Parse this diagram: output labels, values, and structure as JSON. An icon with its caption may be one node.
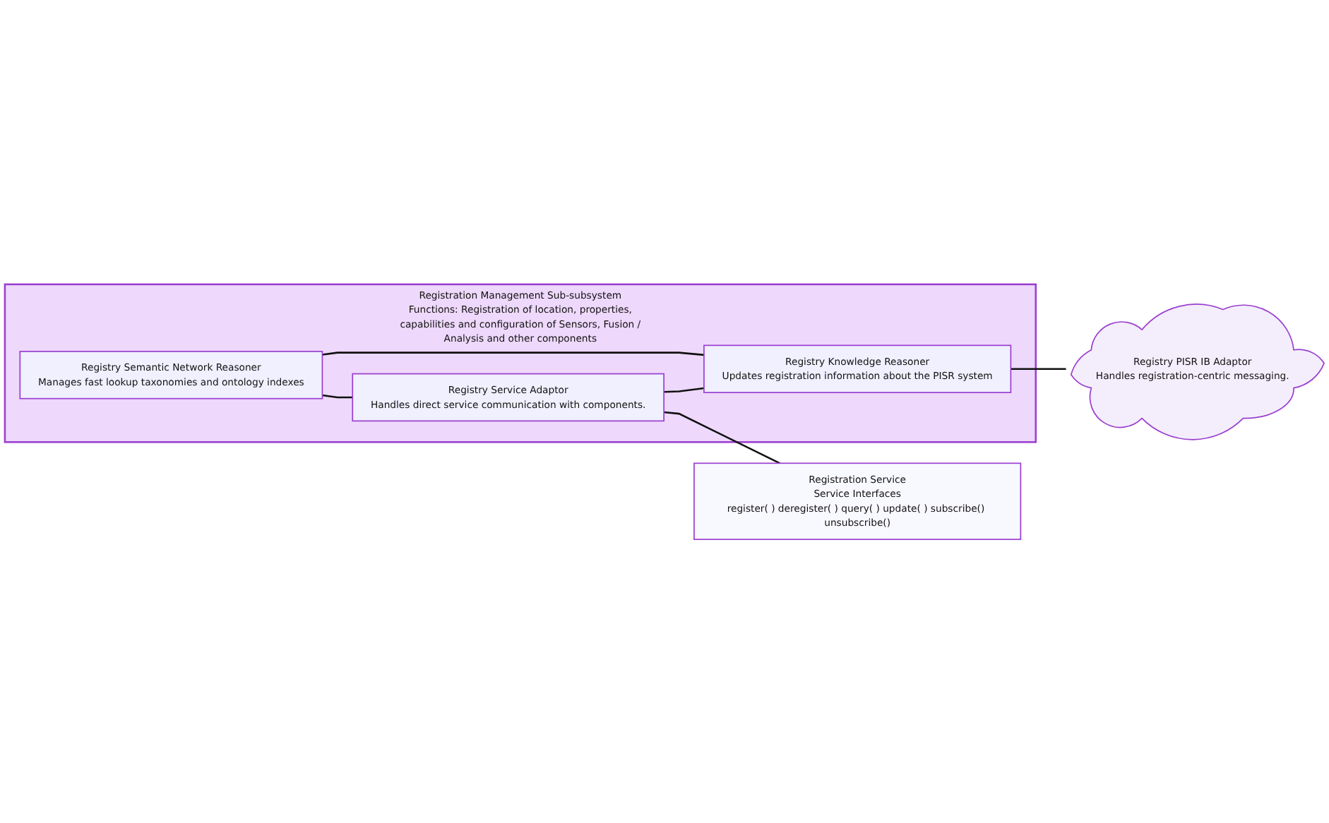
{
  "diagram": {
    "nodes": [
      {
        "text": [
          "Registration Management Sub-subsystem",
          "Functions: Registration of location, properties, capabilities and configuration of Sensors, Fusion / Analysis and other components"
        ]
      },
      {
        "text": [
          "Registry Semantic Network Reasoner",
          "Manages fast lookup taxonomies and ontology indexes"
        ],
        "in": 0
      },
      {
        "text": [
          "Registry Service Adaptor",
          "Handles direct service communication with components."
        ],
        "in": 0
      },
      {
        "text": [
          "Registry Knowledge Reasoner",
          "Updates registration information about the PISR system"
        ],
        "in": 0
      },
      {
        "text": [
          "Registry PISR IB Adaptor",
          "Handles registration-centric messaging."
        ]
      },
      {
        "text": [
          "Registration Service",
          "Service Interfaces",
          "register( ) deregister( ) query( ) update( ) subscribe() unsubscribe()"
        ]
      }
    ],
    "edges": [
      {
        "from": 1,
        "to": 2,
        "arrow": "none"
      },
      {
        "from": 2,
        "to": 3,
        "arrow": "none"
      },
      {
        "from": 1,
        "to": 3,
        "arrow": "none"
      },
      {
        "from": 2,
        "to": 5,
        "arrow": "none"
      },
      {
        "from": 3,
        "to": 4,
        "arrow": "none"
      }
    ]
  }
}
